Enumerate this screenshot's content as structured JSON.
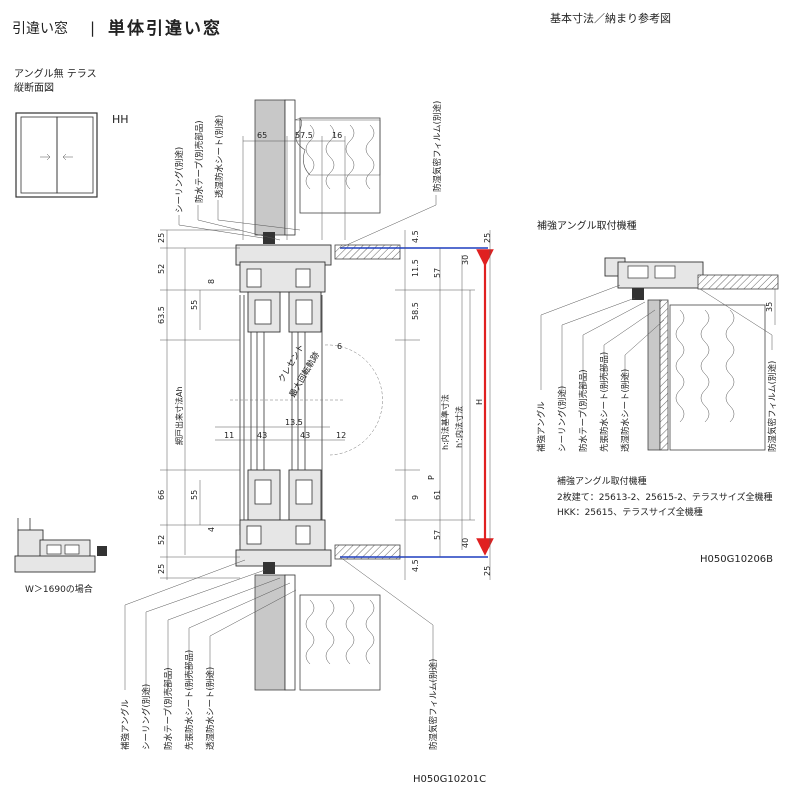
{
  "header": {
    "category": "引違い窓",
    "separator": "|",
    "title": "単体引違い窓",
    "subtitle": "基本寸法／納まり参考図"
  },
  "product": {
    "type_label": "アングル無 テラス",
    "view_label": "縦断面図",
    "code": "HH"
  },
  "main_drawing": {
    "left_dims": [
      "25",
      "52",
      "63.5",
      "55",
      "8",
      "網戸出来寸法Ah",
      "66",
      "55",
      "4",
      "52",
      "25"
    ],
    "top_dims": [
      "65",
      "57.5",
      "16"
    ],
    "mid_dims": [
      "11",
      "43",
      "13.5",
      "43",
      "12",
      "6"
    ],
    "right_dims": [
      "4.5",
      "11.5",
      "58.5",
      "30",
      "57",
      "25",
      "9",
      "61",
      "P",
      "57",
      "40",
      "4.5",
      "25",
      "H"
    ],
    "vertical_labels": {
      "inner_std": "h:内法基準寸法",
      "inner": "h':内法寸法"
    },
    "crescent_lines": [
      "クレセント",
      "最大回転軌跡"
    ],
    "top_callouts": [
      "シーリング(別途)",
      "防水テープ(別売部品)",
      "透湿防水シート(別途)",
      "防湿気密フィルム(別途)"
    ],
    "bottom_callouts": [
      "補強アングル",
      "シーリング(別途)",
      "防水テープ(別売部品)",
      "先張防水シート(別売部品)",
      "透湿防水シート(別途)",
      "防湿気密フィルム(別途)"
    ],
    "drawing_code": "H050G10201C"
  },
  "angle_detail": {
    "title": "補強アングル取付機種",
    "dim": "35",
    "callouts": [
      "補強アングル",
      "シーリング(別途)",
      "防水テープ(別売部品)",
      "先張防水シート(別売部品)",
      "透湿防水シート(別途)",
      "防湿気密フィルム(別途)"
    ],
    "notes_title": "補強アングル取付機種",
    "notes": [
      "2枚建て：25613-2、25615-2、テラスサイズ全機種",
      "HKK：25615、テラスサイズ全機種"
    ],
    "drawing_code": "H050G10206B"
  },
  "small_detail": {
    "caption": "W＞1690の場合"
  },
  "colors": {
    "blue_line": "#1f3fbf",
    "red_arrow": "#e02020",
    "wall_fill": "#c8c8c8"
  }
}
